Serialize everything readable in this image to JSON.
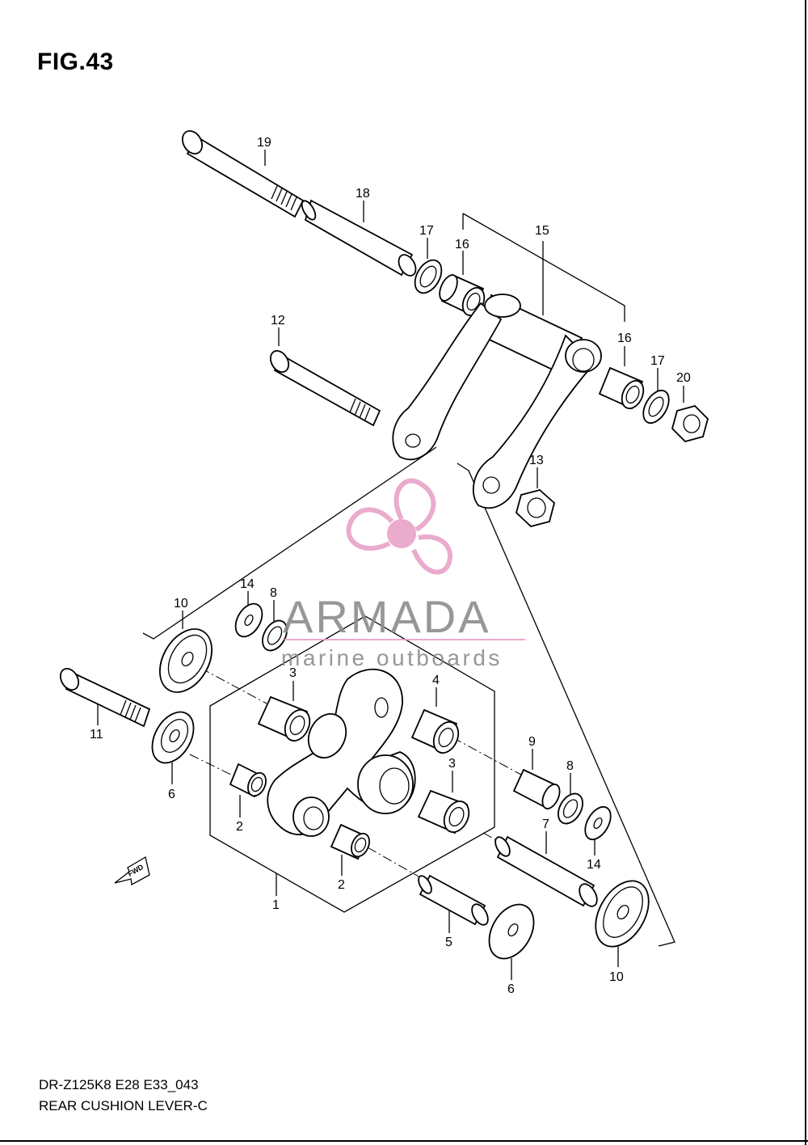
{
  "figure": {
    "title": "FIG.43",
    "footer_code": "DR-Z125K8 E28 E33_043",
    "footer_name": "REAR CUSHION LEVER-C"
  },
  "watermark": {
    "brand": "ARMADA",
    "tagline": "marine outboards",
    "logo_color": "#e8a2c8",
    "text_color": "#8c8c8c"
  },
  "fwd_arrow_text": "FWD",
  "part_labels": [
    {
      "id": "19",
      "text": "19"
    },
    {
      "id": "18",
      "text": "18"
    },
    {
      "id": "17a",
      "text": "17"
    },
    {
      "id": "16a",
      "text": "16"
    },
    {
      "id": "15",
      "text": "15"
    },
    {
      "id": "12",
      "text": "12"
    },
    {
      "id": "16b",
      "text": "16"
    },
    {
      "id": "17b",
      "text": "17"
    },
    {
      "id": "20",
      "text": "20"
    },
    {
      "id": "13",
      "text": "13"
    },
    {
      "id": "14a",
      "text": "14"
    },
    {
      "id": "8a",
      "text": "8"
    },
    {
      "id": "10a",
      "text": "10"
    },
    {
      "id": "3a",
      "text": "3"
    },
    {
      "id": "4",
      "text": "4"
    },
    {
      "id": "11",
      "text": "11"
    },
    {
      "id": "6a",
      "text": "6"
    },
    {
      "id": "2a",
      "text": "2"
    },
    {
      "id": "3b",
      "text": "3"
    },
    {
      "id": "9",
      "text": "9"
    },
    {
      "id": "8b",
      "text": "8"
    },
    {
      "id": "7",
      "text": "7"
    },
    {
      "id": "14b",
      "text": "14"
    },
    {
      "id": "2b",
      "text": "2"
    },
    {
      "id": "1",
      "text": "1"
    },
    {
      "id": "5",
      "text": "5"
    },
    {
      "id": "6b",
      "text": "6"
    },
    {
      "id": "10b",
      "text": "10"
    }
  ]
}
